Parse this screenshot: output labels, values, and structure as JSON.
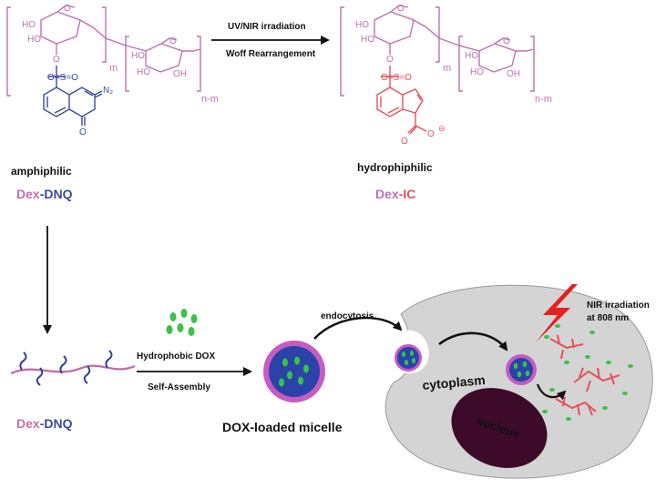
{
  "colors": {
    "dextran": "#c070b0",
    "dnq": "#3a4aa0",
    "ic": "#e8505a",
    "black": "#111111",
    "cell": "#d4d4d4",
    "nucleus": "#3d0a2a",
    "micelle_core": "#2b43a8",
    "micelle_shell": "#c65bc2",
    "dox": "#38c447",
    "bolt": "#e5201f"
  },
  "reaction": {
    "arrow_top": "UV/NIR irradiation",
    "arrow_bottom": "Woff Rearrangement"
  },
  "left_molecule": {
    "ho_labels": [
      "HO",
      "HO",
      "HO",
      "HO",
      "OH"
    ],
    "sub_m": "m",
    "sub_nm": "n-m",
    "sulfonyl": "O=S=O",
    "o_link": "O",
    "n2": "N₂",
    "carbonyl_o": "O"
  },
  "right_molecule": {
    "ho_labels": [
      "HO",
      "HO",
      "HO",
      "HO",
      "OH"
    ],
    "sub_m": "m",
    "sub_nm": "n-m",
    "carboxylate": "O",
    "minus": "⊖"
  },
  "labels": {
    "amphiphilic": "amphiphilic",
    "hydrophiphilic": "hydrophiphilic",
    "dex_dnq_top_a": "Dex",
    "dex_dnq_top_b": "-DNQ",
    "dex_ic_a": "Dex",
    "dex_ic_b": "-IC",
    "dex_dnq_bottom_a": "Dex",
    "dex_dnq_bottom_b": "-DNQ",
    "assembly_top": "Hydrophobic DOX",
    "assembly_bottom": "Self-Assembly",
    "micelle": "DOX-loaded micelle",
    "endocytosis": "endocytosis",
    "cytoplasm": "cytoplasm",
    "nucleus": "nucleus",
    "nir_line1": "NIR irradiation",
    "nir_line2": "at 808 nm"
  }
}
